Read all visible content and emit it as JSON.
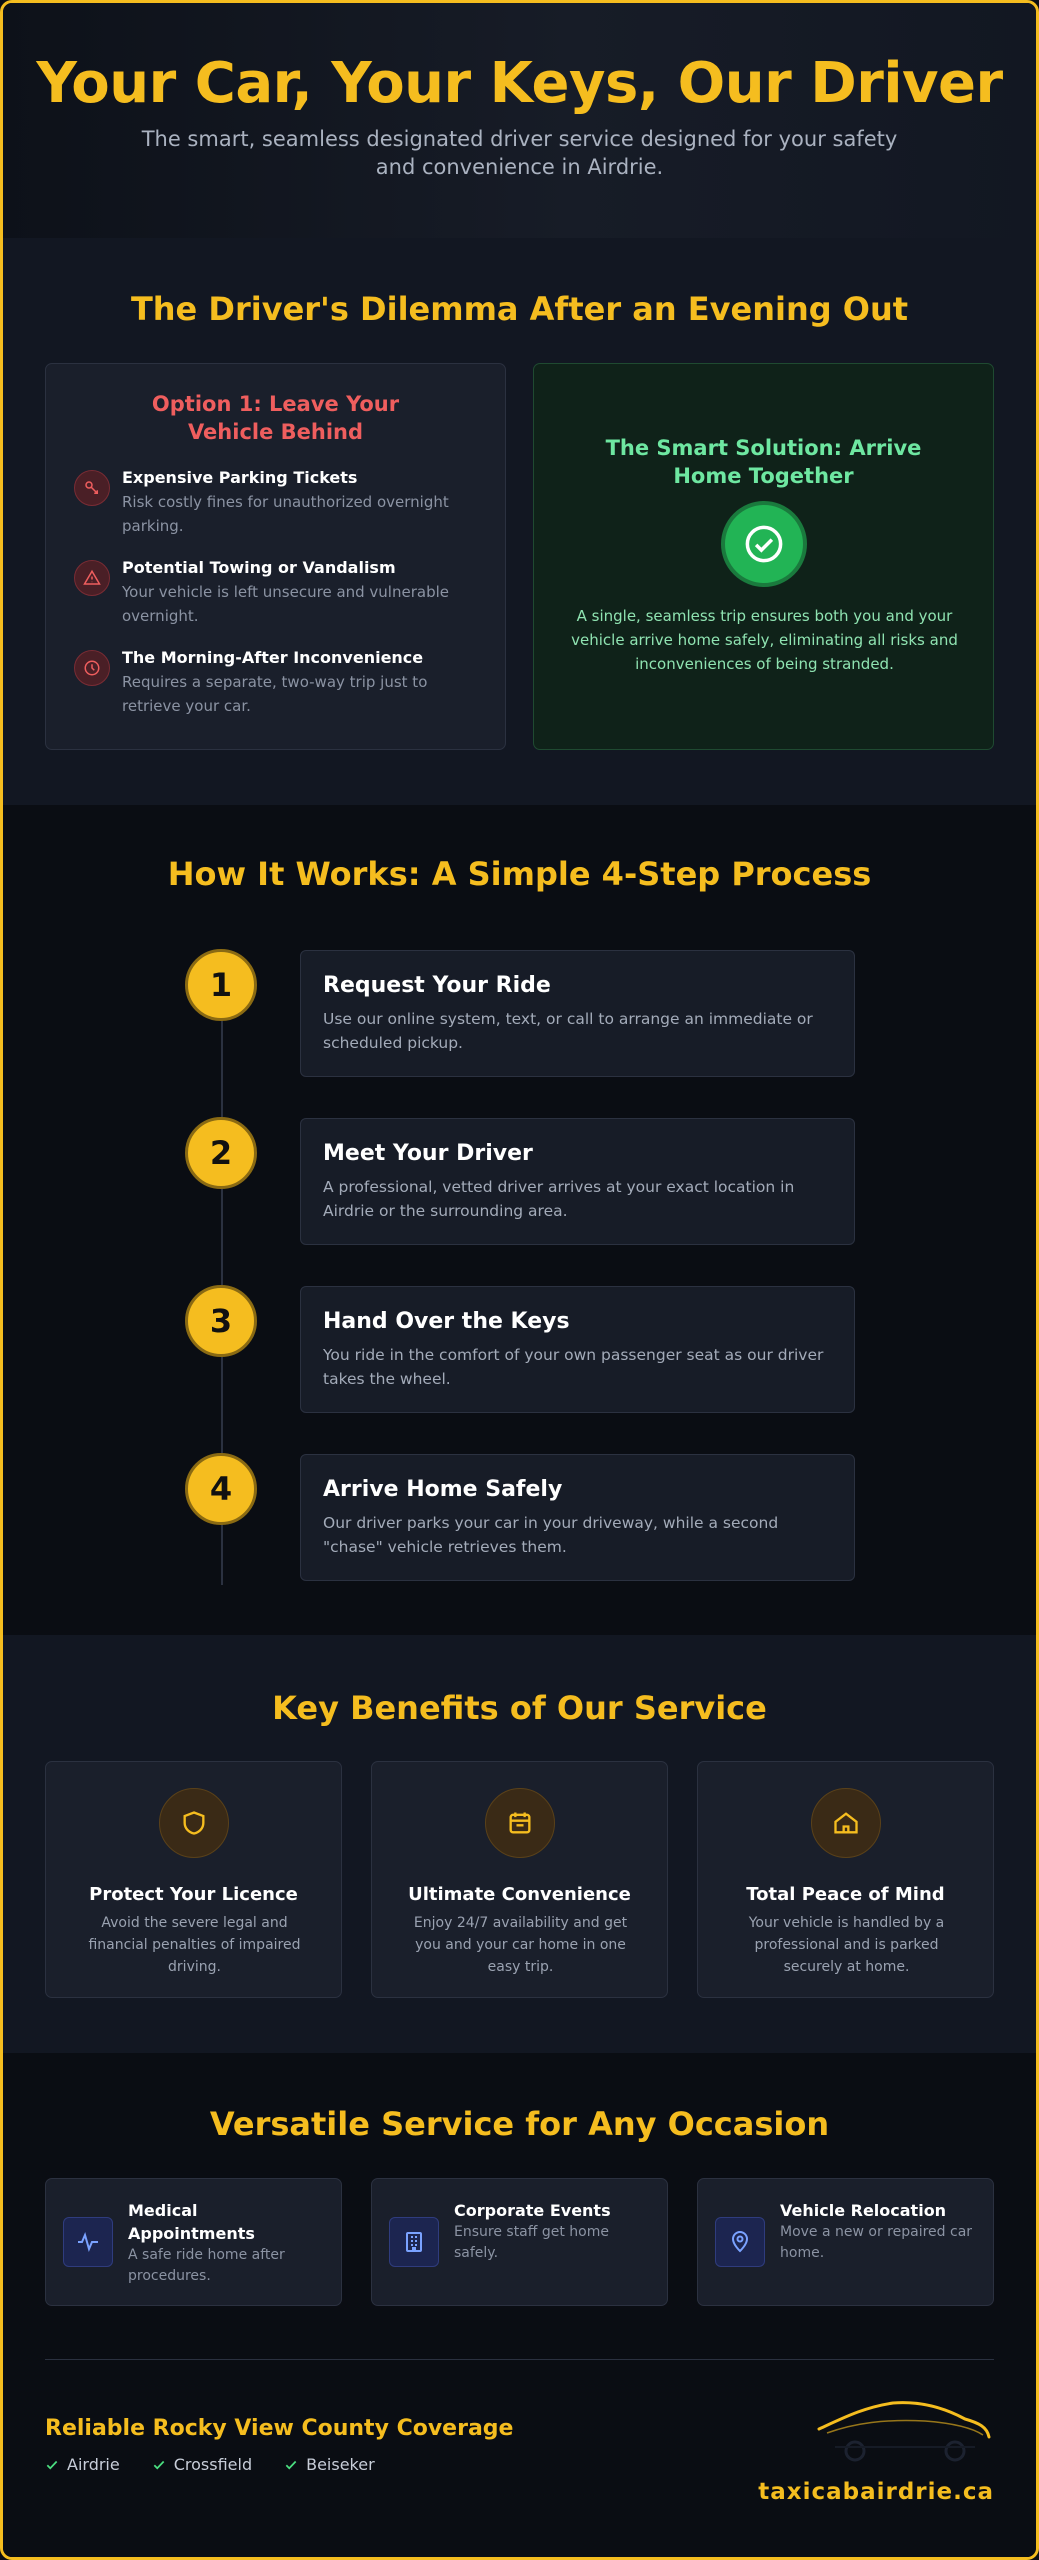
{
  "hero": {
    "title": "Your Car, Your Keys, Our Driver",
    "subtitle": "The smart, seamless designated driver service designed for your safety and convenience in Airdrie."
  },
  "dilemma": {
    "title": "The Driver's Dilemma After an Evening Out",
    "bad": {
      "title": "Option 1: Leave Your Vehicle Behind",
      "items": [
        {
          "icon": "ticket-icon",
          "title": "Expensive Parking Tickets",
          "desc": "Risk costly fines for unauthorized overnight parking."
        },
        {
          "icon": "warning-icon",
          "title": "Potential Towing or Vandalism",
          "desc": "Your vehicle is left unsecure and vulnerable overnight."
        },
        {
          "icon": "clock-icon",
          "title": "The Morning-After Inconvenience",
          "desc": "Requires a separate, two-way trip just to retrieve your car."
        }
      ]
    },
    "good": {
      "title": "The Smart Solution: Arrive Home Together",
      "icon": "check-circle-icon",
      "desc": "A single, seamless trip ensures both you and your vehicle arrive home safely, eliminating all risks and inconveniences of being stranded."
    }
  },
  "how": {
    "title": "How It Works: A Simple 4-Step Process",
    "steps": [
      {
        "num": "1",
        "title": "Request Your Ride",
        "desc": "Use our online system, text, or call to arrange an immediate or scheduled pickup."
      },
      {
        "num": "2",
        "title": "Meet Your Driver",
        "desc": "A professional, vetted driver arrives at your exact location in Airdrie or the surrounding area."
      },
      {
        "num": "3",
        "title": "Hand Over the Keys",
        "desc": "You ride in the comfort of your own passenger seat as our driver takes the wheel."
      },
      {
        "num": "4",
        "title": "Arrive Home Safely",
        "desc": "Our driver parks your car in your driveway, while a second \"chase\" vehicle retrieves them."
      }
    ]
  },
  "benefits": {
    "title": "Key Benefits of Our Service",
    "items": [
      {
        "icon": "shield-icon",
        "title": "Protect Your Licence",
        "desc": "Avoid the severe legal and financial penalties of impaired driving."
      },
      {
        "icon": "calendar-icon",
        "title": "Ultimate Convenience",
        "desc": "Enjoy 24/7 availability and get you and your car home in one easy trip."
      },
      {
        "icon": "home-icon",
        "title": "Total Peace of Mind",
        "desc": "Your vehicle is handled by a professional and is parked securely at home."
      }
    ]
  },
  "occasions": {
    "title": "Versatile Service for Any Occasion",
    "items": [
      {
        "icon": "pulse-icon",
        "title": "Medical Appointments",
        "desc": "A safe ride home after procedures."
      },
      {
        "icon": "building-icon",
        "title": "Corporate Events",
        "desc": "Ensure staff get home safely."
      },
      {
        "icon": "map-pin-icon",
        "title": "Vehicle Relocation",
        "desc": "Move a new or repaired car home."
      }
    ]
  },
  "coverage": {
    "title": "Reliable Rocky View County Coverage",
    "areas": [
      "Airdrie",
      "Crossfield",
      "Beiseker"
    ]
  },
  "footer": {
    "site": "taxicabairdrie.ca"
  },
  "colors": {
    "accent": "#f5bd1f",
    "danger": "#ef5e5e",
    "success": "#22b455",
    "background": "#0b0e15"
  }
}
